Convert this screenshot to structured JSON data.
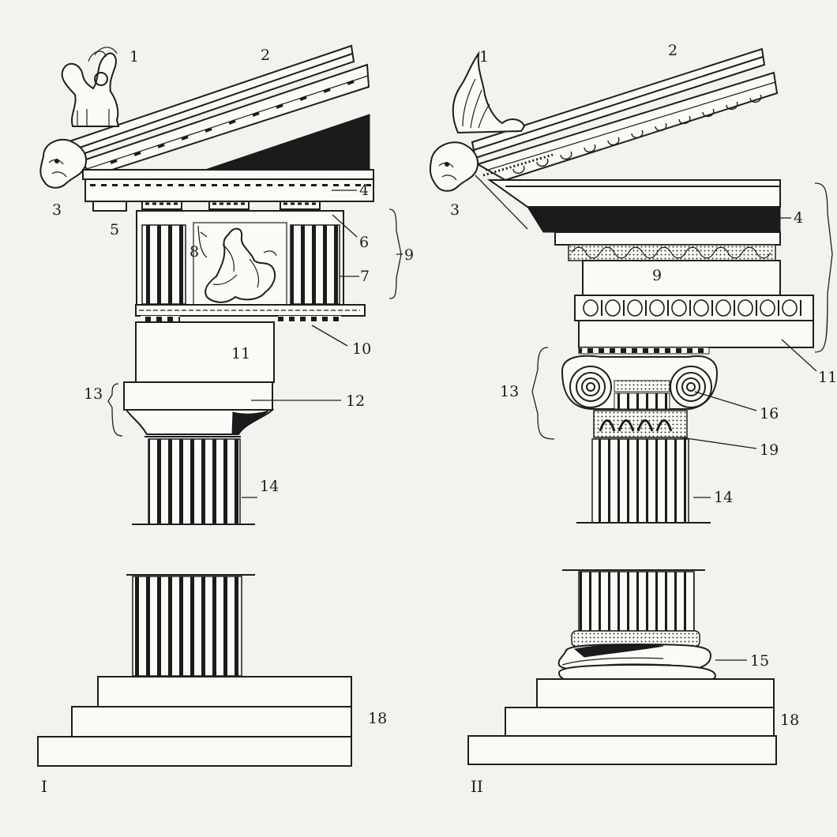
{
  "orders": [
    {
      "numeral": "I"
    },
    {
      "numeral": "II"
    }
  ],
  "labels": {
    "doric": [
      "1",
      "2",
      "3",
      "4",
      "5",
      "6",
      "7",
      "8",
      "9",
      "10",
      "11",
      "12",
      "13",
      "14",
      "18"
    ],
    "ionic": [
      "1",
      "2",
      "3",
      "4",
      "9",
      "11",
      "13",
      "16",
      "19",
      "14",
      "15",
      "18"
    ]
  },
  "colors": {
    "ink": "#1e1e1e",
    "paper": "#f3f2ee"
  }
}
